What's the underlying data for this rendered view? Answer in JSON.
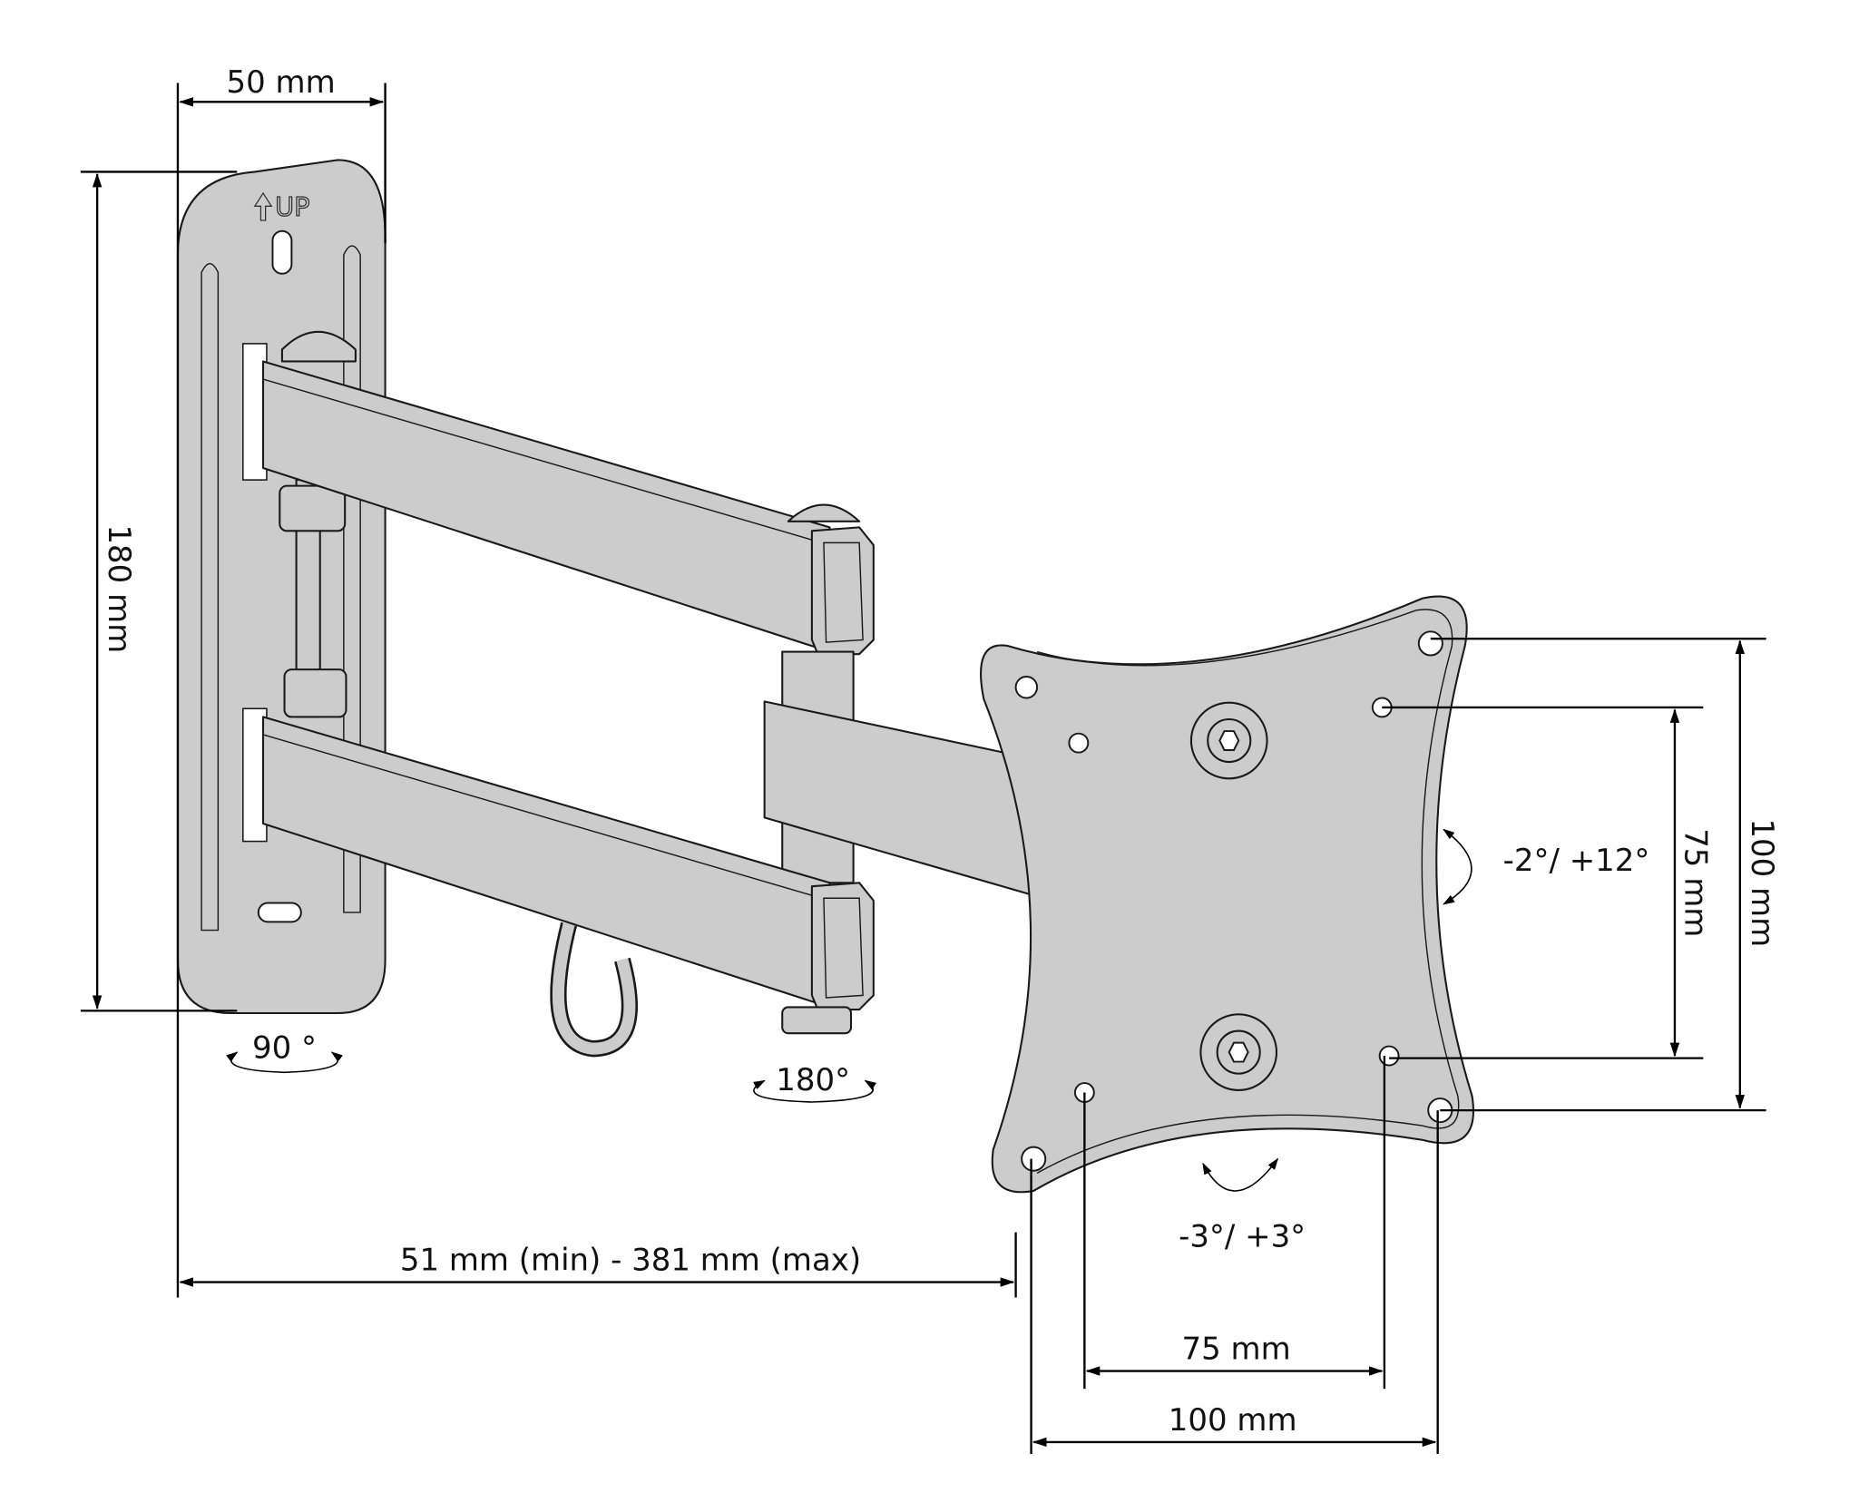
{
  "diagram": {
    "plate_marking": "UP",
    "dimensions": {
      "plate_width": "50 mm",
      "plate_height": "180 mm",
      "extension": "51 mm (min) - 381 mm (max)",
      "vesa_h_small": "75 mm",
      "vesa_h_large": "100 mm",
      "vesa_v_small": "75 mm",
      "vesa_v_large": "100 mm"
    },
    "rotations": {
      "wall_swivel": "90 °",
      "arm_swivel": "180°",
      "tilt": "-2°/ +12°",
      "rotation": "-3°/ +3°"
    },
    "colors": {
      "part_fill": "#cccccc",
      "line": "#1a1a1a"
    }
  }
}
